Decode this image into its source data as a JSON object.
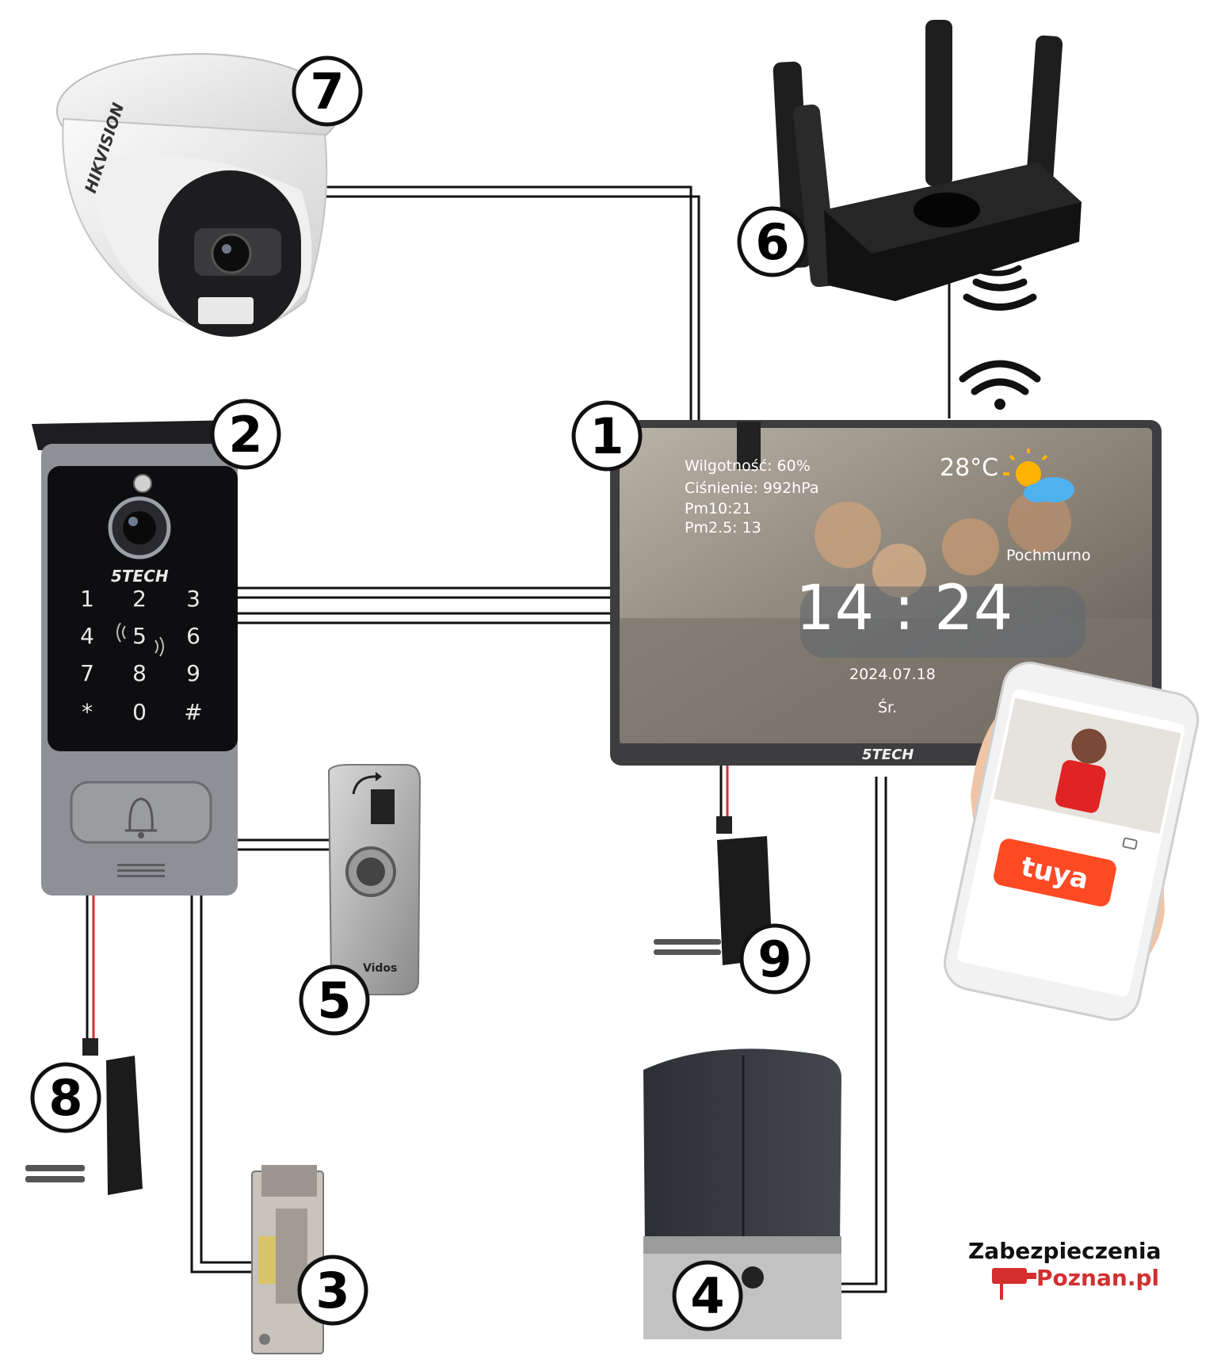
{
  "badges": {
    "b1": "1",
    "b2": "2",
    "b3": "3",
    "b4": "4",
    "b5": "5",
    "b6": "6",
    "b7": "7",
    "b8": "8",
    "b9": "9"
  },
  "monitor": {
    "humidity": "Wilgotność: 60%",
    "pressure": "Ciśnienie: 992hPa",
    "pm10": "Pm10:21",
    "pm25": "Pm2.5: 13",
    "temperature": "28°C",
    "weather": "Pochmurno",
    "clock": "14 : 24",
    "date": "2024.07.18",
    "weekday": "Śr.",
    "brand": "5TECH"
  },
  "doorbell": {
    "brand": "5TECH",
    "keys": [
      "1",
      "2",
      "3",
      "4",
      "5",
      "6",
      "7",
      "8",
      "9",
      "*",
      "0",
      "#"
    ]
  },
  "camera": {
    "brand": "HIKVISION"
  },
  "exit_button": {
    "brand": "Vidos"
  },
  "phone": {
    "app": "tuya"
  },
  "logo": {
    "line1": "Zabezpieczenia",
    "line2": "Poznan.pl"
  },
  "icons": [
    "wifi-icon",
    "bell-icon",
    "nfc-icon",
    "weather-icon",
    "door-icon",
    "camera-icon"
  ],
  "colors": {
    "wire": "#111111",
    "power_wire": "#d32f2f",
    "tuya": "#ff4a24",
    "logo_red": "#d32f2f"
  }
}
